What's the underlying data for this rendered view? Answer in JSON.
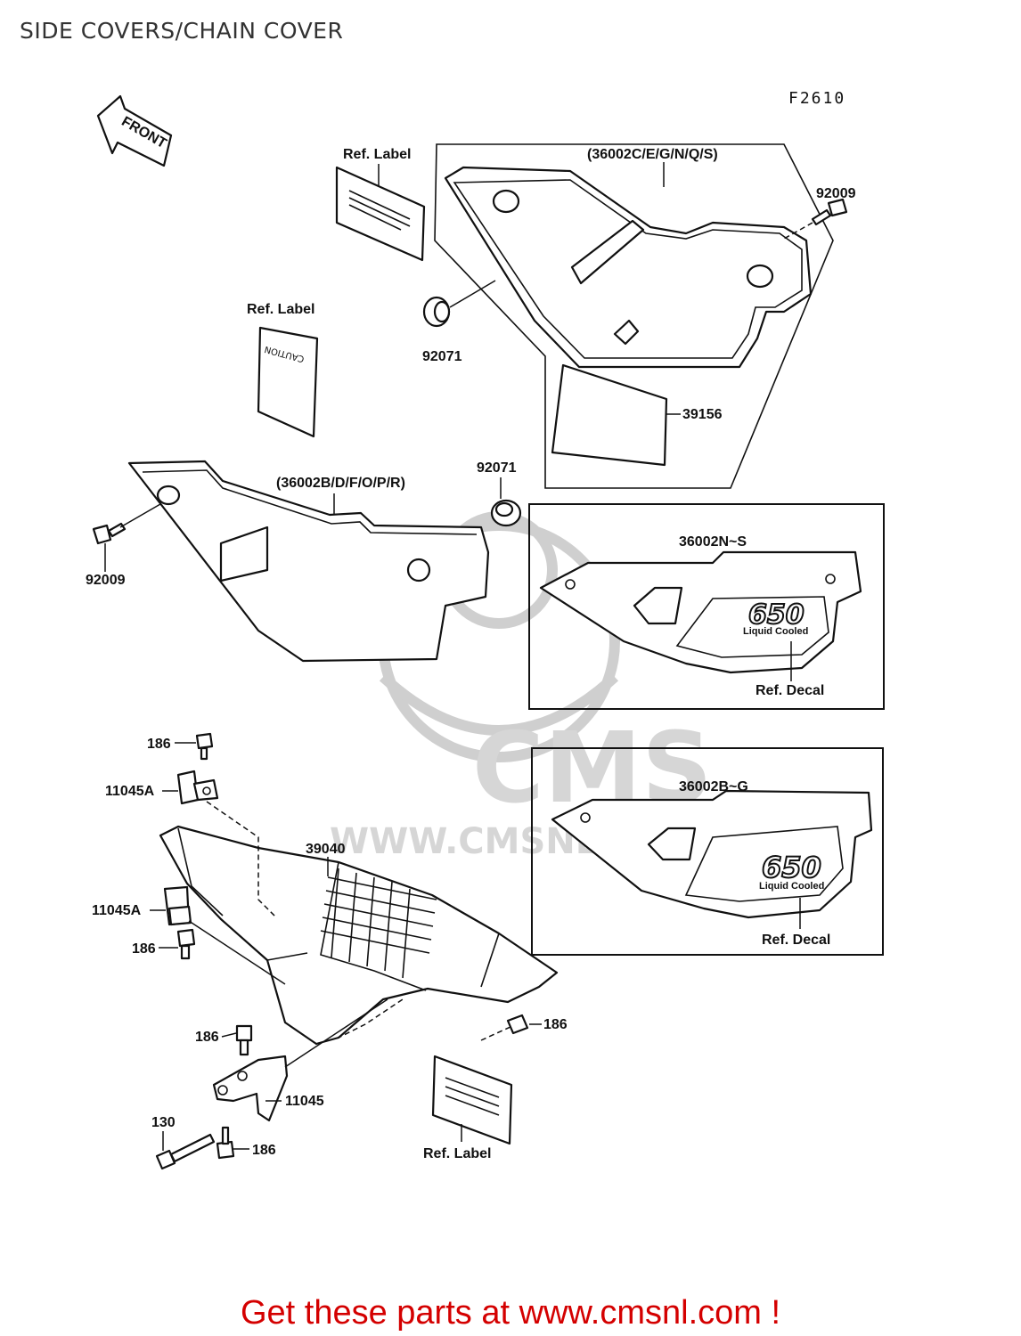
{
  "header": {
    "title": "SIDE COVERS/CHAIN COVER",
    "figure_code": "F2610"
  },
  "direction_arrow": {
    "label": "FRONT"
  },
  "callouts": {
    "side_cover_right": "(36002C/E/G/N/Q/S)",
    "side_cover_left": "(36002B/D/F/O/P/R)",
    "screw_92009_top": "92009",
    "screw_92009_left": "92009",
    "grommet_92071_top": "92071",
    "grommet_92071_mid": "92071",
    "pad_39156": "39156",
    "ref_label_top": "Ref. Label",
    "ref_label_mid": "Ref. Label",
    "ref_label_bottom": "Ref. Label",
    "inset_n_s_code": "36002N~S",
    "inset_n_s_ref": "Ref. Decal",
    "inset_b_g_code": "36002B~G",
    "inset_b_g_ref": "Ref. Decal",
    "chain_cover": "39040",
    "bolt_186_a": "186",
    "bolt_186_b": "186",
    "bolt_186_c": "186",
    "bolt_186_d": "186",
    "bolt_186_e": "186",
    "bracket_11045A_top": "11045A",
    "bracket_11045A_mid": "11045A",
    "bracket_11045": "11045",
    "bolt_130": "130"
  },
  "decals": {
    "model_number": "650",
    "model_sub": "Liquid Cooled"
  },
  "label_sticker_text": "CAUTION",
  "watermark": {
    "brand": "CMS",
    "url": "WWW.CMSNL.COM"
  },
  "footer": {
    "cta": "Get these parts at www.cmsnl.com !"
  },
  "colors": {
    "line": "#111111",
    "cta": "#d40000",
    "watermark": "#d0d0d0"
  }
}
